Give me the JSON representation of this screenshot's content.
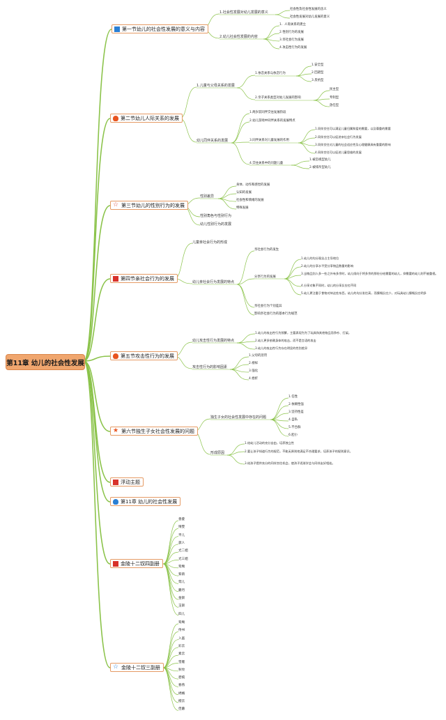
{
  "root": "第11章 幼儿的社会性发展",
  "s1": {
    "title": "第一节幼儿的社会性发展的意义与内容",
    "icon": "book-icon",
    "c1": {
      "label": "1.社会性发展对幼儿发展的意义",
      "items": [
        "社会性及社会性发展的含义",
        "社会性发展对幼儿发展的意义"
      ]
    },
    "c2": {
      "label": "2.幼儿社会性发展的内容",
      "items": [
        "1．人际关系的建立",
        "2.性别行为的发展",
        "3.亲社会行为发展",
        "4.攻击性行为的发展"
      ]
    }
  },
  "s2": {
    "title": "第二节幼儿人际关系的发展",
    "icon": "fire-icon",
    "c1": {
      "label": "1.儿童与父母关系的发展",
      "a": {
        "label": "1.依恋关系与依恋行为",
        "items": [
          "1.安全型",
          "2.回避型",
          "3.反抗型"
        ]
      },
      "b": {
        "label": "2.亲子关系类型对幼儿发展的影响",
        "items": [
          "民主型",
          "专制型",
          "放任型"
        ]
      }
    },
    "c2": {
      "label": "幼儿同伴关系的发展",
      "a": "1.两岁前同伴交往发展阶段",
      "b": "2.幼儿游戏中同伴关系的发展特点",
      "c": {
        "label": "3.同伴关系对儿童发展的作用",
        "items": [
          "1.同伴交往可以满足儿童归属和爱的需要，以及尊重的需要",
          "2.同伴交往可以促进亲社会行为发展",
          "3.同伴交往对儿童的社会适应性及心理健康具有重要的影响",
          "4.同伴交往可以促进儿童思维的发展"
        ]
      },
      "d": {
        "label": "4.交往关系中的问题儿童",
        "items": [
          "1.被忽视型幼儿",
          "2.被排斥型幼儿"
        ]
      }
    }
  },
  "s3": {
    "title": "第三节幼儿的性别行为的发展",
    "icon": "star-icon",
    "c1": {
      "label": "性别差异",
      "items": [
        "身体、动作和感觉的发展",
        "认知的发展",
        "社会性和情绪的发展",
        "特殊发展"
      ]
    },
    "c2": "性别角色与性别行为",
    "c3": "幼儿性别行为的发展"
  },
  "s4": {
    "title": "第四节亲社会行为的发展",
    "icon": "flag-icon",
    "c1": "儿童亲社会行为的形成",
    "c2": {
      "label": "幼儿亲社会行为发展的特点",
      "a": "亲社会行为的发生",
      "b": {
        "label": "分享行为的发展",
        "items": [
          "1.幼儿的均分观念占主导地位",
          "2.幼儿的分享水平受分享物品数量的影响",
          "3.当物品别人多一些之外有多余时，幼儿倾向于将多余的那份分给需要的幼儿，抑需要的幼儿则不被重视。",
          "4.分享对象不同时，幼儿的分享反应也不同",
          "5.幼儿更注重于食物对待这些东西，幼儿的均分发往高，而慷慨反应少，对玩具幼儿慷慨反应明多"
        ]
      },
      "c": "亲社会行为个别差异",
      "d": "影响亲社会行为的基本行为规范"
    }
  },
  "s5": {
    "title": "第五节攻击性行为的发展",
    "icon": "fire-icon",
    "c1": {
      "label": "幼儿攻击性行为发展的特点",
      "items": [
        "1.幼儿的攻击性行为频繁，主要表现为为了玩具和其他物品而争吵、打架。",
        "2.幼儿更多依赖身体的攻击，而不是言语的攻击",
        "3.幼儿的攻击性行为存在明显的性别差异"
      ]
    },
    "c2": {
      "label": "攻击性行为的影响因素",
      "items": [
        "1.父母的惩罚",
        "2.榜样",
        "3.强化",
        "4.挫折"
      ]
    }
  },
  "s6": {
    "title": "第六节独生子女社会性发展的问题",
    "icon": "star-icon",
    "c1": {
      "label": "独生子女的社会性发展中存在的问题",
      "items": [
        "1.任性",
        "2.依赖性强",
        "3.坚持性差",
        "4.自私",
        "5.不合群",
        "6.胆小"
      ]
    },
    "c2": {
      "label": "形成原因",
      "items": [
        "1.给幼儿活动的充分自由，培养独立性",
        "2.要让孩子知道行为的规范，不能无原则地满足不合理要求，培养孩子的规则意识。",
        "3.给孩子提供充分的同伴交往机会，使孩子逐渐学会与同伴友好相处。"
      ]
    }
  },
  "s7": {
    "title": "浮动主题",
    "icon": "flag-icon"
  },
  "s8": {
    "title": "第11章 幼儿的社会性发展",
    "icon": "fire-icon"
  },
  "s9": {
    "title": "金陵十二钗四副册",
    "icon": "flag-icon",
    "items": [
      "香菱",
      "晴雯",
      "平儿",
      "袭人",
      "尤二姐",
      "尤三姐",
      "鸳鸯",
      "紫鹃",
      "莺儿",
      "麝月",
      "金钏",
      "玉钏",
      "四儿"
    ]
  },
  "s10": {
    "title": "金陵十二钗三副册",
    "icon": "star-icon",
    "items": [
      "鸳鸯",
      "侍书",
      "入画",
      "彩云",
      "素云",
      "雪雁",
      "秋纹",
      "碧痕",
      "春燕",
      "绣橘",
      "檀云",
      "佳蕙"
    ]
  },
  "colors": {
    "link": "#8bc34a",
    "border": "#e59a64",
    "root_fill": "#f0a66e"
  }
}
